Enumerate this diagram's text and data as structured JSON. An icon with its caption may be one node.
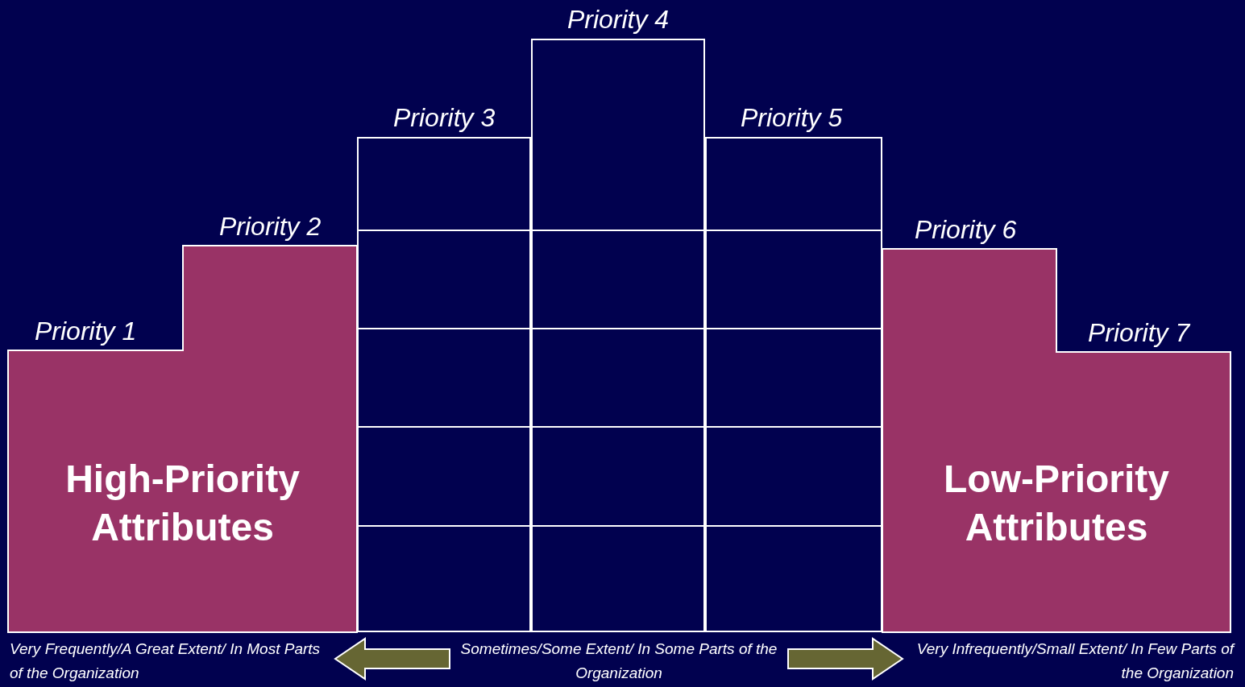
{
  "diagram": {
    "nodes": [
      {
        "text": [
          "Priority 1"
        ]
      },
      {
        "text": [
          "Priority 2"
        ]
      },
      {
        "text": [
          "Priority 3"
        ]
      },
      {
        "text": [
          "Priority 4"
        ]
      },
      {
        "text": [
          "Priority 5"
        ]
      },
      {
        "text": [
          "Priority 6"
        ]
      },
      {
        "text": [
          "Priority 7"
        ]
      },
      {
        "text": [
          "Very Frequently/A Great Extent/ In Most Parts of the Organization"
        ]
      },
      {
        "text": [
          "Sometimes/Some Extent/ In Some Parts of the Organization"
        ]
      },
      {
        "text": [
          "Very Infrequently/Small Extent/ In Few Parts of the Organization"
        ]
      }
    ],
    "edges": [
      {
        "from": 8,
        "to": 7,
        "arrow": "to",
        "style": "thick",
        "color": "#666633"
      },
      {
        "from": 8,
        "to": 9,
        "arrow": "to",
        "style": "thick",
        "color": "#666633"
      }
    ],
    "labels": [
      "High-Priority Attributes",
      "Low-Priority Attributes"
    ]
  }
}
